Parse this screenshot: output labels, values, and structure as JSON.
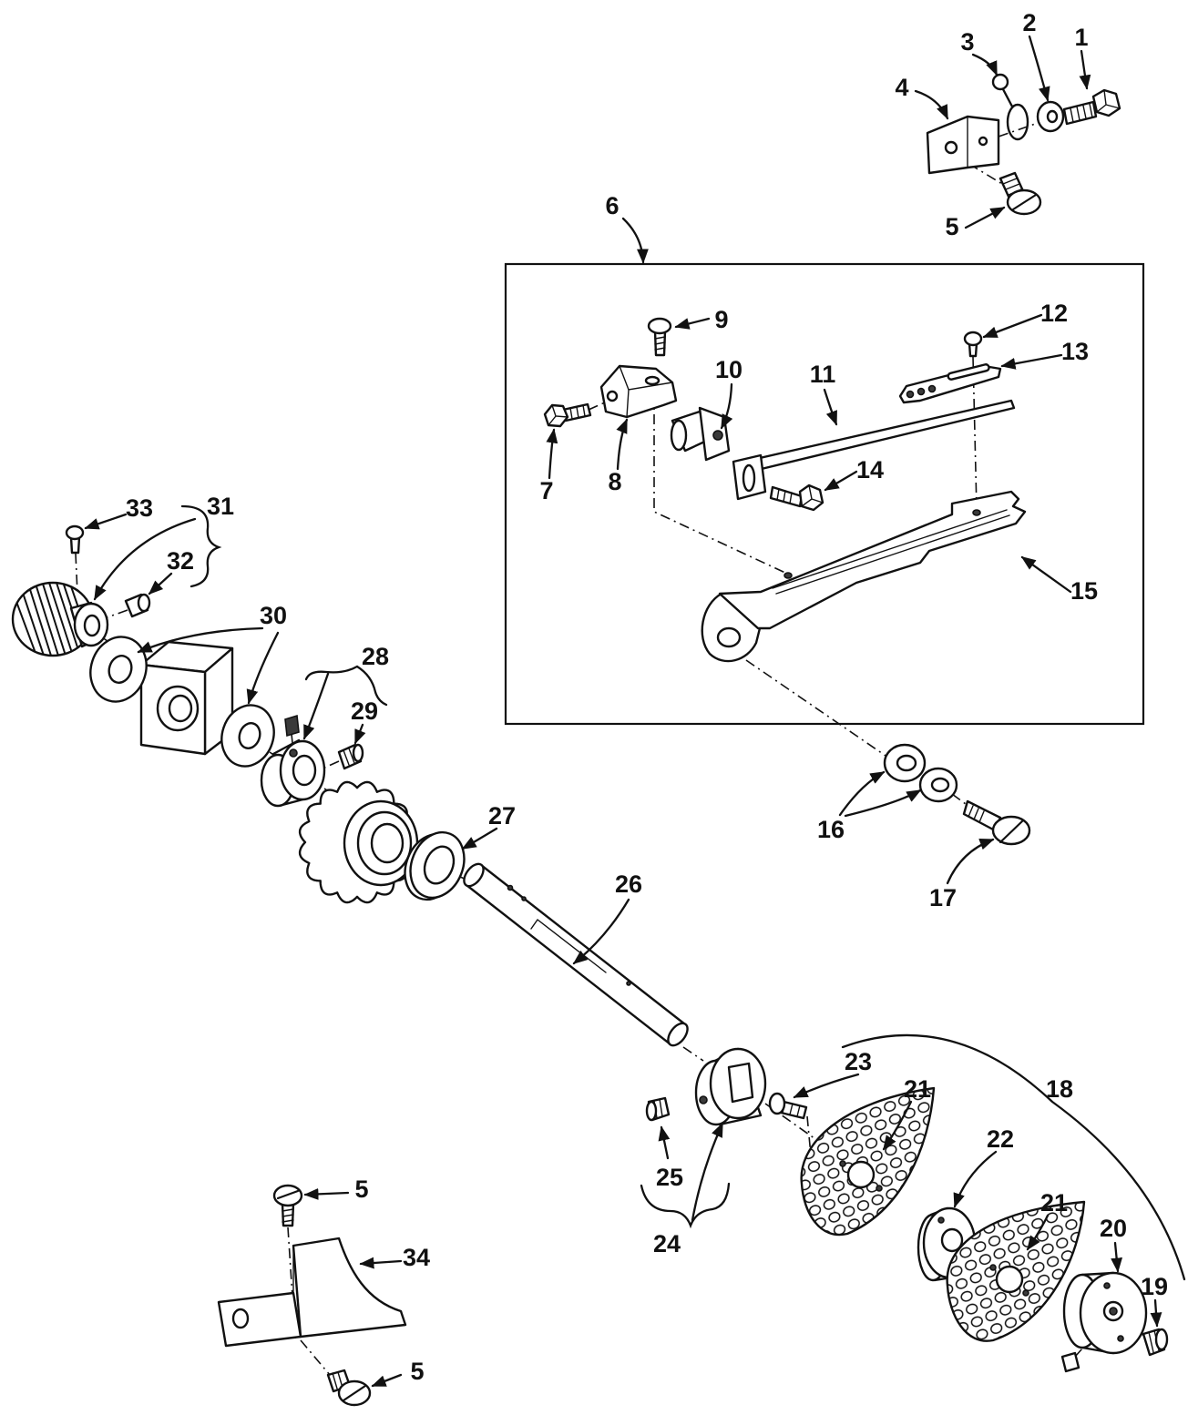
{
  "callouts": {
    "p1": "1",
    "p2": "2",
    "p3": "3",
    "p4": "4",
    "p5_top": "5",
    "p6": "6",
    "p7": "7",
    "p8": "8",
    "p9": "9",
    "p10": "10",
    "p11": "11",
    "p12": "12",
    "p13": "13",
    "p14": "14",
    "p15": "15",
    "p16": "16",
    "p17": "17",
    "p18": "18",
    "p19": "19",
    "p20": "20",
    "p21_upper": "21",
    "p21_lower": "21",
    "p22": "22",
    "p23": "23",
    "p24": "24",
    "p25": "25",
    "p26": "26",
    "p27": "27",
    "p28": "28",
    "p29": "29",
    "p30": "30",
    "p31": "31",
    "p32": "32",
    "p33": "33",
    "p34": "34",
    "p5_left_upper": "5",
    "p5_left_lower": "5"
  },
  "colors": {
    "ink": "#111111",
    "paper": "#ffffff"
  }
}
